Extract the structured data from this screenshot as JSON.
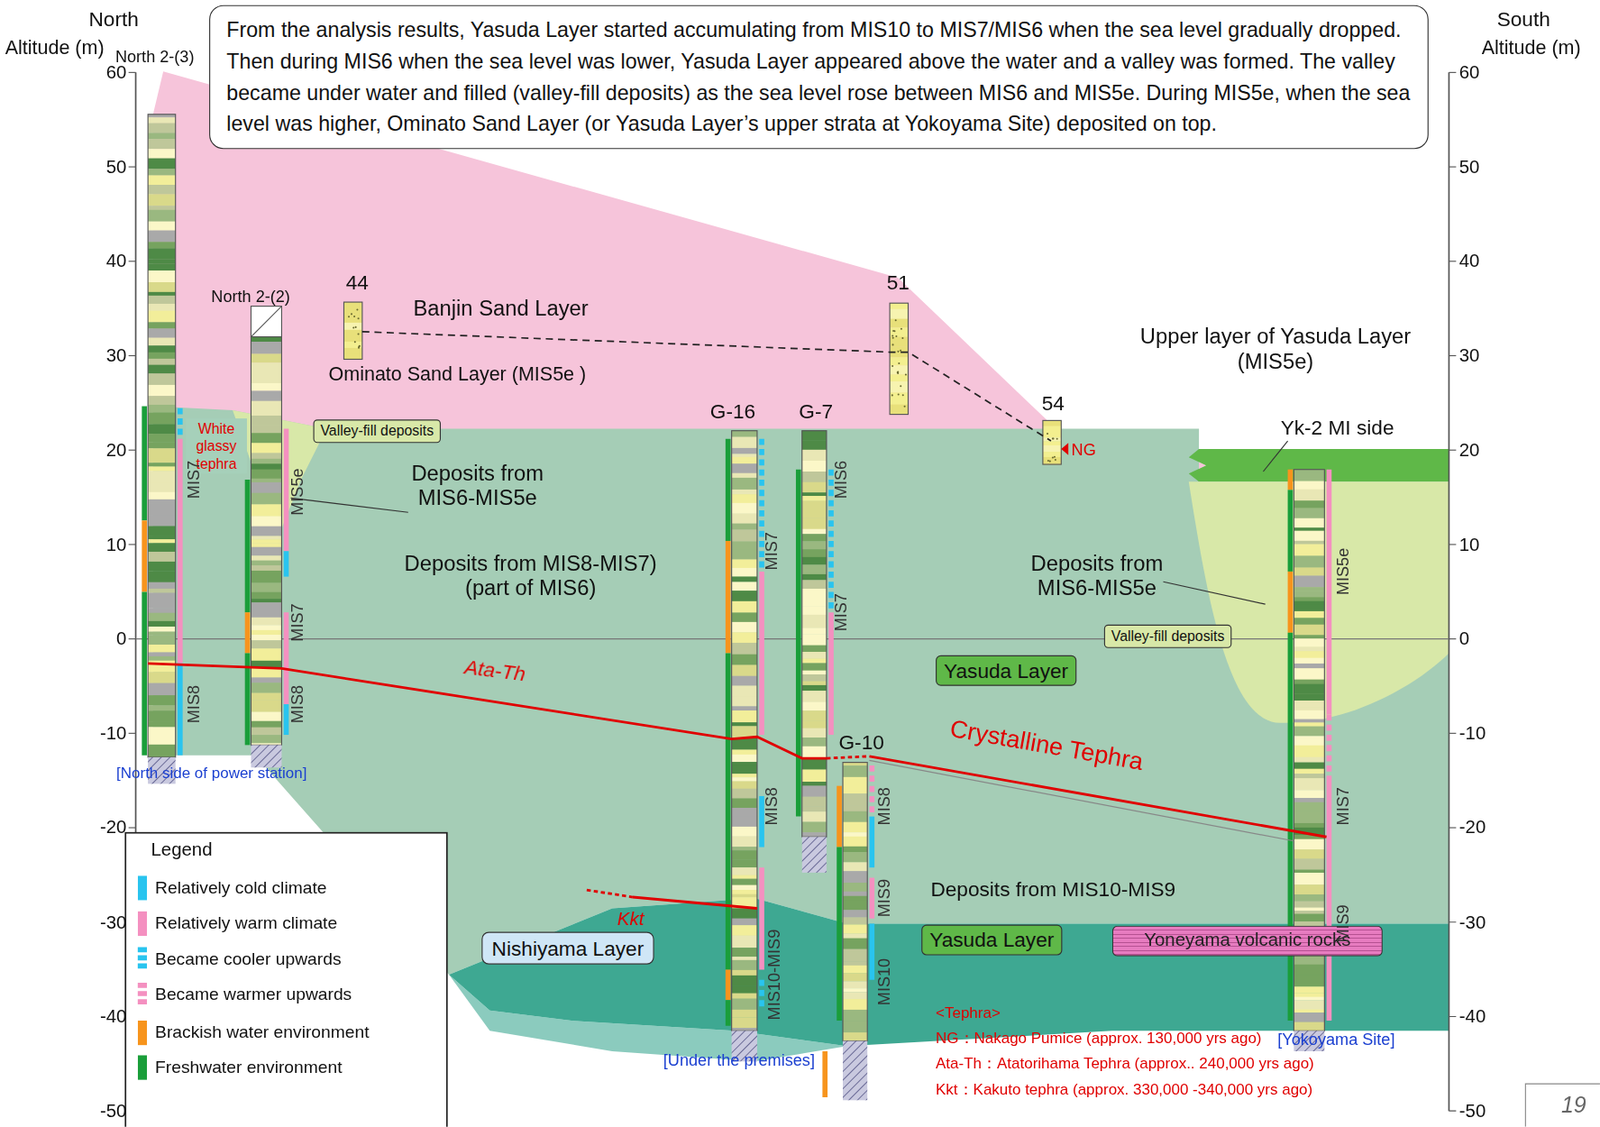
{
  "diagram": {
    "nodes": [
      {
        "text": [
          "From the analysis results, Yasuda Layer started accumulating from MIS10 to MIS7/MIS6 when the sea level gradually dropped. Then during MIS6 when the sea level was lower, Yasuda Layer appeared above the water and a valley was formed. The valley became under water and filled (valley-fill deposits) as the sea level rose between MIS6 and MIS5e. During MIS5e, when the sea level was higher, Ominato Sand Layer (or Yasuda Layer’s upper strata at Yokoyama Site) deposited on top."
        ]
      },
      {
        "text": [
          "White glassy tephra"
        ]
      },
      {
        "text": [
          "Valley-fill deposits"
        ]
      },
      {
        "text": [
          "Valley-fill deposits"
        ]
      },
      {
        "text": [
          "Yasuda Layer"
        ]
      },
      {
        "text": [
          "Yasuda Layer"
        ]
      },
      {
        "text": [
          "Nishiyama Layer"
        ]
      },
      {
        "text": [
          "Yoneyama volcanic rocks"
        ]
      }
    ],
    "labels": [
      "North",
      "Altitude (m)",
      "South",
      "Altitude (m)",
      "60",
      "50",
      "40",
      "30",
      "20",
      "10",
      "0",
      "-10",
      "-20",
      "-30",
      "-40",
      "-50",
      "60",
      "50",
      "40",
      "30",
      "20",
      "10",
      "0",
      "-10",
      "-20",
      "-30",
      "-40",
      "-50",
      "North 2-(3)",
      "North 2-(2)",
      "44",
      "51",
      "54",
      "G-16",
      "G-7",
      "G-10",
      "Banjin Sand Layer",
      "Ominato Sand Layer (MIS5e )",
      "Upper layer of Yasuda Layer (MIS5e)",
      "Yk-2 MI side",
      "NG",
      "Deposits from MIS6-MIS5e",
      "Deposits from MIS8-MIS7) (part of MIS6)",
      "Deposits from MIS6-MIS5e",
      "Ata-Th",
      "Crystalline Tephra",
      "Deposits from MIS10-MIS9",
      "Kkt",
      "[North side of power station]",
      "[Under the premises]",
      "[Yokoyama Site]",
      "Legend",
      "<Tephra>",
      "NG：Nakago Pumice (approx. 130,000 yrs ago)",
      "Ata-Th：Atatorihama Tephra (approx.. 240,000 yrs ago)",
      "Kkt：Kakuto tephra (approx. 330,000 -340,000 yrs ago)",
      "19",
      "MIS7",
      "MIS8",
      "MIS5e",
      "MIS7",
      "MIS8",
      "MIS7",
      "MIS8",
      "MIS10-MIS9",
      "MIS6",
      "MIS7",
      "MIS8",
      "MIS9",
      "MIS10",
      "MIS5e",
      "MIS7",
      "MIS9"
    ],
    "legend": [
      {
        "text": "Relatively cold climate",
        "color": "#29c4ef"
      },
      {
        "text": "Relatively warm climate",
        "color": "#f490c0"
      },
      {
        "text": "Became cooler upwards"
      },
      {
        "text": "Became warmer upwards"
      },
      {
        "text": "Brackish water environment",
        "color": "#f7941d"
      },
      {
        "text": "Freshwater environment",
        "color": "#1a9e3a"
      }
    ]
  }
}
